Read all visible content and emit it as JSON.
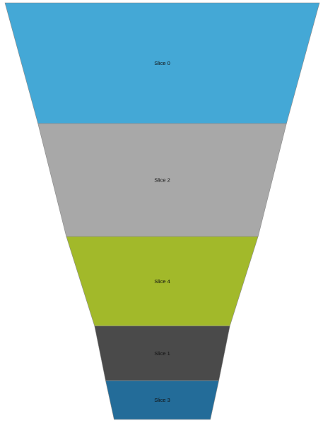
{
  "chart_data": {
    "type": "funnel",
    "title": "",
    "categories": [
      "Slice 0",
      "Slice 2",
      "Slice 4",
      "Slice 1",
      "Slice 3"
    ],
    "values": [
      100,
      79,
      61,
      43,
      36
    ],
    "heights": [
      31,
      29,
      23,
      14,
      10
    ],
    "colors": [
      "#44a8d6",
      "#a8a8a8",
      "#a2b92a",
      "#4a4a4a",
      "#236c99"
    ],
    "legend": "none",
    "grid": false
  }
}
